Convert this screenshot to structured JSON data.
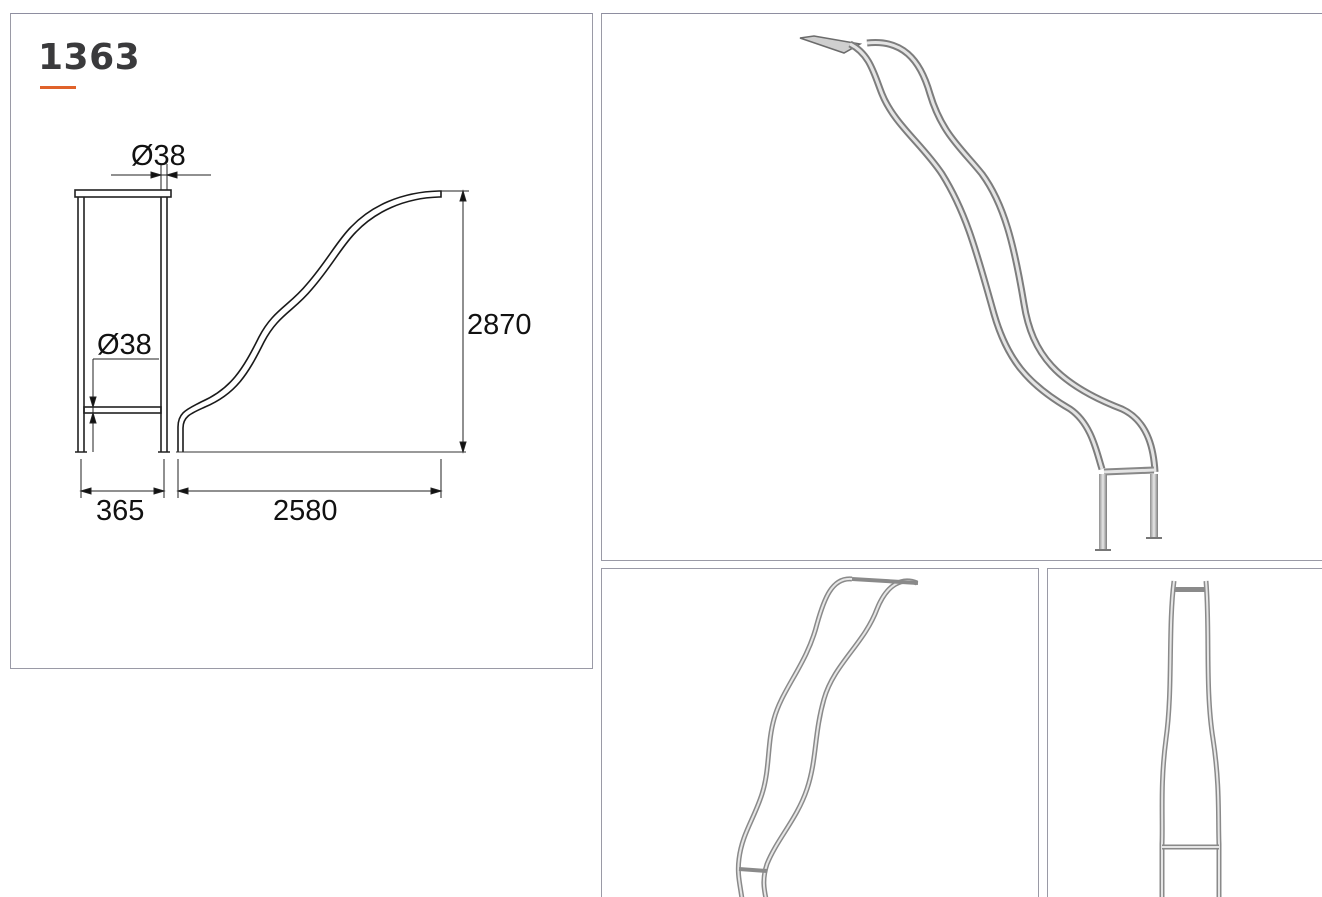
{
  "product": {
    "code": "1363",
    "accent_color": "#e0622a"
  },
  "drawing": {
    "dimensions": {
      "tube_diameter_top": "Ø38",
      "tube_diameter_rung": "Ø38",
      "width": "365",
      "length": "2580",
      "height": "2870"
    }
  },
  "views": [
    {
      "name": "perspective-view",
      "icon": "slide-render"
    },
    {
      "name": "side-view",
      "icon": "slide-render"
    },
    {
      "name": "front-view",
      "icon": "slide-render"
    }
  ]
}
